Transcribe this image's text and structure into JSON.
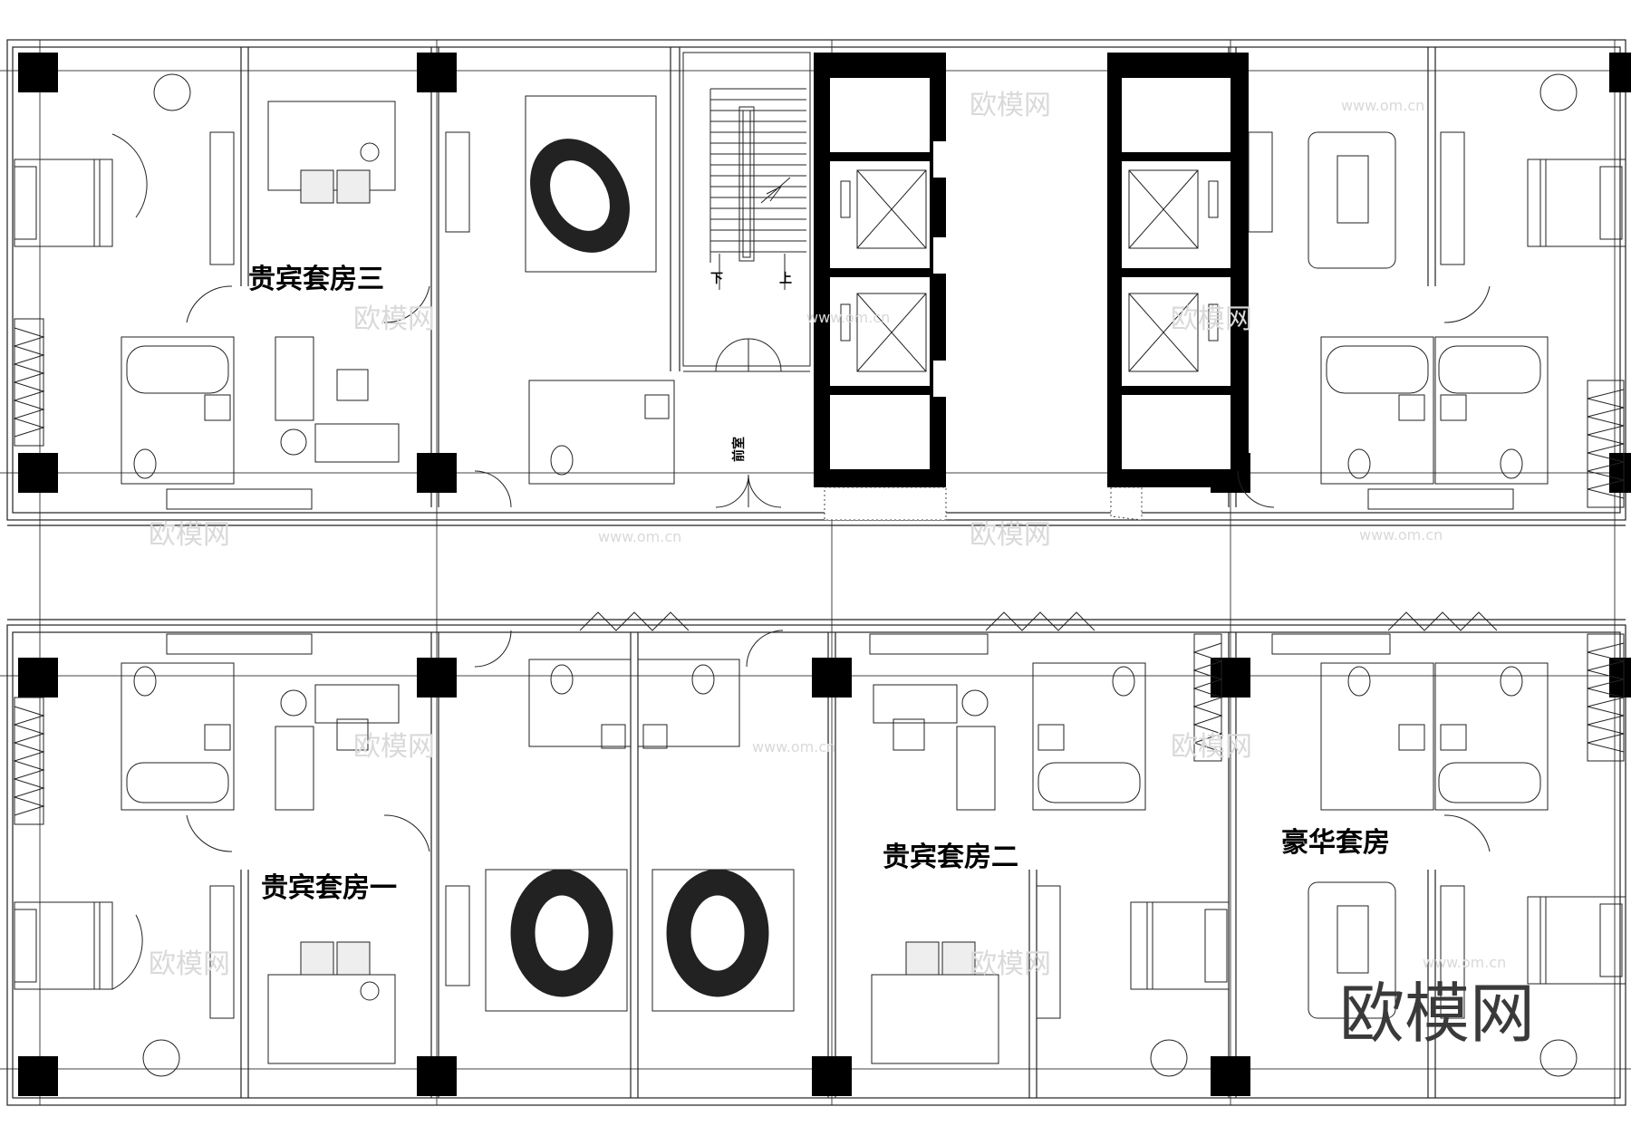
{
  "rooms": {
    "suite_three": "贵宾套房三",
    "suite_one": "贵宾套房一",
    "suite_two": "贵宾套房二",
    "deluxe_suite": "豪华套房",
    "anteroom": "前室"
  },
  "stairs": {
    "down": "下",
    "up": "上"
  },
  "watermark": {
    "logo": "欧模网",
    "url": "www.om.cn",
    "corner_logo": "欧模网"
  },
  "colors": {
    "wall": "#000000",
    "line": "#333333",
    "watermark": "#d9d9d9",
    "background": "#ffffff"
  }
}
